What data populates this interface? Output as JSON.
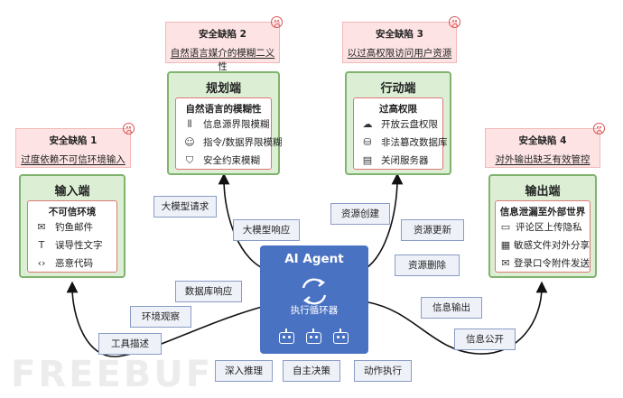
{
  "watermark": "FREEBUF",
  "flaws": [
    {
      "title": "安全缺陷 1",
      "desc": "过度依赖不可信环境输入"
    },
    {
      "title": "安全缺陷 2",
      "desc": "自然语言媒介的模糊二义性"
    },
    {
      "title": "安全缺陷 3",
      "desc": "以过高权限访问用户资源"
    },
    {
      "title": "安全缺陷 4",
      "desc": "对外输出缺乏有效管控"
    }
  ],
  "input_panel": {
    "title": "输入端",
    "inner_title": "不可信环境",
    "items": [
      {
        "label": "钓鱼邮件",
        "icon": "mail-icon"
      },
      {
        "label": "误导性文字",
        "icon": "text-icon"
      },
      {
        "label": "恶意代码",
        "icon": "code-icon"
      }
    ]
  },
  "planning_panel": {
    "title": "规划端",
    "inner_title": "自然语言的模糊性",
    "items": [
      {
        "label": "信息源界限模糊",
        "icon": "source-icon"
      },
      {
        "label": "指令/数据界限模糊",
        "icon": "user-data-icon"
      },
      {
        "label": "安全约束模糊",
        "icon": "shield-icon"
      }
    ]
  },
  "action_panel": {
    "title": "行动端",
    "inner_title": "过高权限",
    "items": [
      {
        "label": "开放云盘权限",
        "icon": "cloud-icon"
      },
      {
        "label": "非法篡改数据库",
        "icon": "database-icon"
      },
      {
        "label": "关闭服务器",
        "icon": "server-icon"
      }
    ]
  },
  "output_panel": {
    "title": "输出端",
    "inner_title": "信息泄漏至外部世界",
    "items": [
      {
        "label": "评论区上传隐私",
        "icon": "browser-icon"
      },
      {
        "label": "敏感文件对外分享",
        "icon": "share-icon"
      },
      {
        "label": "登录口令附件发送",
        "icon": "mail-icon"
      }
    ]
  },
  "agent": {
    "title": "AI Agent",
    "subtitle": "执行循环器"
  },
  "flows": {
    "llm_request": "大模型请求",
    "llm_response": "大模型响应",
    "resource_create": "资源创建",
    "resource_update": "资源更新",
    "resource_delete": "资源删除",
    "db_response": "数据库响应",
    "env_observe": "环境观察",
    "tool_desc": "工具描述",
    "info_output": "信息输出",
    "info_public": "信息公开"
  },
  "capabilities": [
    "深入推理",
    "自主决策",
    "动作执行"
  ],
  "colors": {
    "flaw_bg": "#fde3e3",
    "panel_bg": "#dcefd5",
    "panel_border": "#7fb36e",
    "agent_bg": "#4a72c2",
    "flow_box_bg": "#eef1f8"
  }
}
